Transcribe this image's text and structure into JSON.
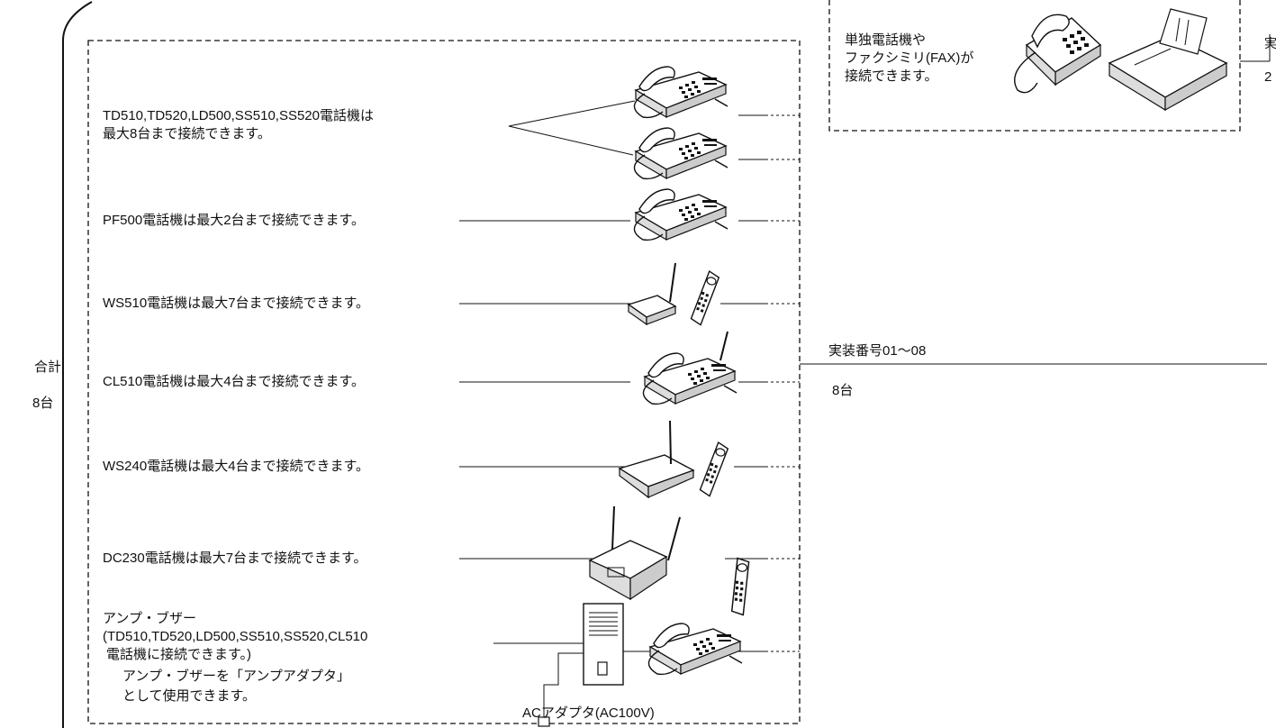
{
  "total": {
    "label": "合計",
    "count": "8台"
  },
  "phone_groups": [
    {
      "text": "TD510,TD520,LD500,SS510,SS520電話機は",
      "text2": "最大8台まで接続できます。",
      "icon": "desk-phone-icon"
    },
    {
      "text": "PF500電話機は最大2台まで接続できます。",
      "icon": "desk-phone-icon"
    },
    {
      "text": "WS510電話機は最大7台まで接続できます。",
      "icon": "cordless-phone-icon"
    },
    {
      "text": "CL510電話機は最大4台まで接続できます。",
      "icon": "cordless-desk-phone-icon"
    },
    {
      "text": "WS240電話機は最大4台まで接続できます。",
      "icon": "cordless-phone-icon"
    },
    {
      "text": "DC230電話機は最大7台まで接続できます。",
      "icon": "base-station-handset-icon"
    }
  ],
  "amp_buzzer": {
    "title": "アンプ・ブザー",
    "compat": "(TD510,TD520,LD500,SS510,SS520,CL510",
    "compat2": "電話機に接続できます。)",
    "note": "アンプ・ブザーを「アンプアダプタ」",
    "note2": "として使用できます。",
    "adapter": "ACアダプタ(AC100V)"
  },
  "slot": {
    "label": "実装番号01～08",
    "count": "8台"
  },
  "single_line": {
    "line1": "単独電話機や",
    "line2": "ファクシミリ(FAX)が",
    "line3": "接続できます。",
    "edge_char_top": "実",
    "edge_char_bottom": "2"
  }
}
